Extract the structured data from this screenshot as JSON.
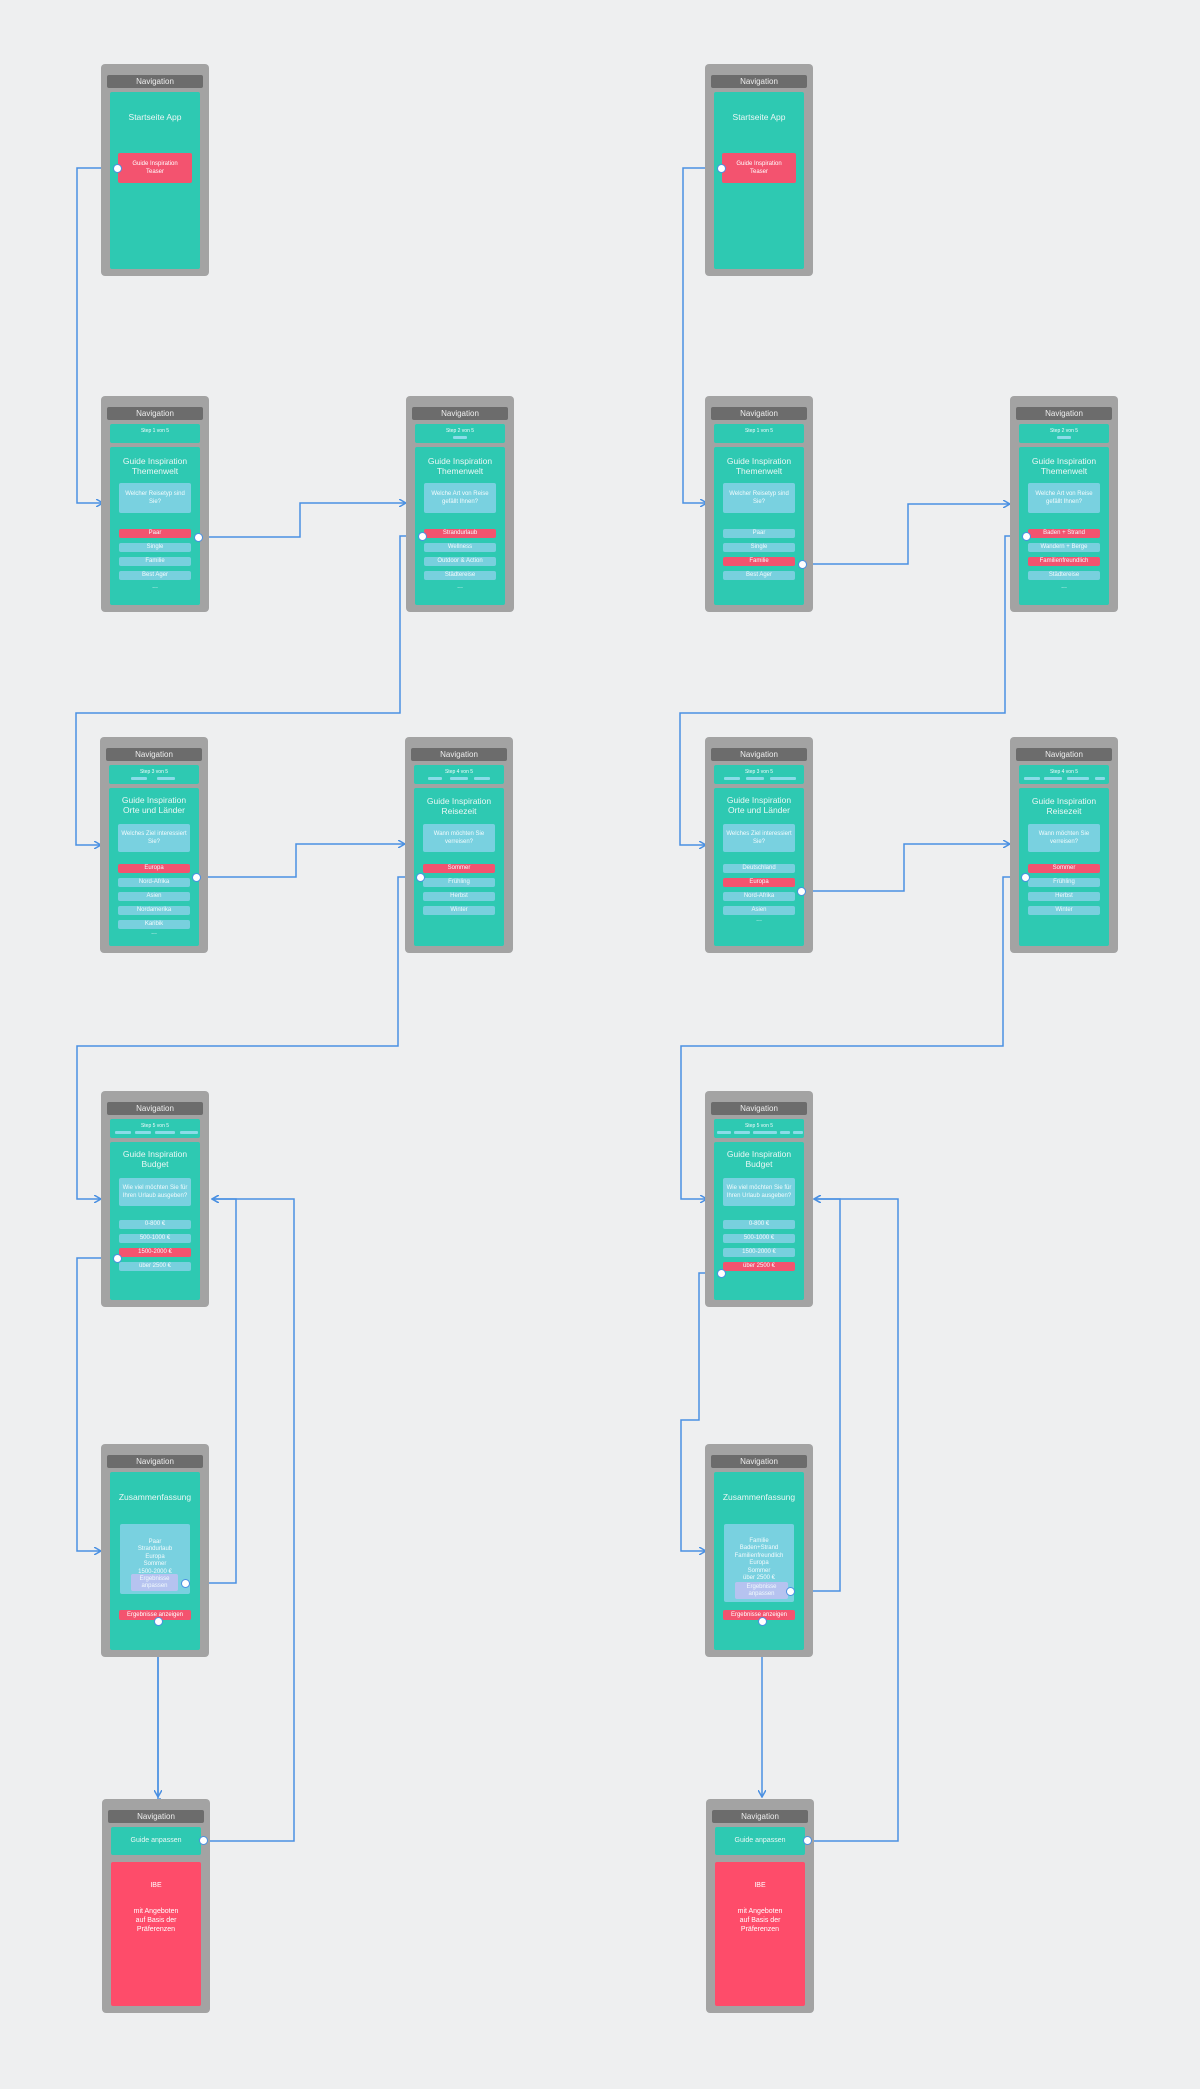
{
  "nav_label": "Navigation",
  "flows": [
    {
      "start": {
        "title": "Startseite App",
        "button": "Guide Inspiration\nTeaser"
      },
      "step1": {
        "step": "Step 1 von 5",
        "title": "Guide Inspiration\nThemenwelt",
        "question": "Welcher Reisetyp sind\nSie?",
        "options": [
          "Paar",
          "Single",
          "Familie",
          "Best Ager"
        ],
        "more": "..."
      },
      "step2": {
        "step": "Step 2 von 5",
        "title": "Guide Inspiration\nThemenwelt",
        "question": "Welche Art von Reise\ngefällt Ihnen?",
        "options": [
          "Strandurlaub",
          "Wellness",
          "Outdoor & Action",
          "Städtereise"
        ],
        "more": "..."
      },
      "step3": {
        "step": "Step 3 von 5",
        "title": "Guide Inspiration\nOrte und Länder",
        "question": "Welches Ziel interessiert\nSie?",
        "options": [
          "Europa",
          "Nord-Afrika",
          "Asien",
          "Nordamerika",
          "Karibik"
        ],
        "more": "..."
      },
      "step4": {
        "step": "Step 4 von 5",
        "title": "Guide Inspiration\nReisezeit",
        "question": "Wann möchten Sie\nverreisen?",
        "options": [
          "Sommer",
          "Frühling",
          "Herbst",
          "Winter"
        ]
      },
      "step5": {
        "step": "Step 5 von 5",
        "title": "Guide Inspiration\nBudget",
        "question": "Wie viel möchten Sie für\nIhren Urlaub ausgeben?",
        "options": [
          "0-800 €",
          "500-1000 €",
          "1500-2000 €",
          "über 2500 €"
        ]
      },
      "summary": {
        "title": "Zusammenfassung",
        "items": "Paar\nStrandurlaub\nEuropa\nSommer\n1500-2000 €",
        "adjust": "Ergebnisse\nanpassen",
        "show": "Ergebnisse anzeigen"
      },
      "ibe": {
        "adjust": "Guide anpassen",
        "title": "IBE",
        "text": "mit Angeboten\nauf Basis der\nPräferenzen"
      }
    },
    {
      "start": {
        "title": "Startseite App",
        "button": "Guide Inspiration\nTeaser"
      },
      "step1": {
        "step": "Step 1 von 5",
        "title": "Guide Inspiration\nThemenwelt",
        "question": "Welcher Reisetyp sind\nSie?",
        "options": [
          "Paar",
          "Single",
          "Familie",
          "Best Ager"
        ]
      },
      "step2": {
        "step": "Step 2 von 5",
        "title": "Guide Inspiration\nThemenwelt",
        "question": "Welche Art von Reise\ngefällt Ihnen?",
        "options": [
          "Baden + Strand",
          "Wandern + Berge",
          "Familienfreundlich",
          "Städtereise"
        ],
        "more": "..."
      },
      "step3": {
        "step": "Step 3 von 5",
        "title": "Guide Inspiration\nOrte und Länder",
        "question": "Welches Ziel interessiert\nSie?",
        "options": [
          "Deutschland",
          "Europa",
          "Nord-Afrika",
          "Asien"
        ],
        "more": "..."
      },
      "step4": {
        "step": "Step 4 von 5",
        "title": "Guide Inspiration\nReisezeit",
        "question": "Wann möchten Sie\nverreisen?",
        "options": [
          "Sommer",
          "Frühling",
          "Herbst",
          "Winter"
        ]
      },
      "step5": {
        "step": "Step 5 von 5",
        "title": "Guide Inspiration\nBudget",
        "question": "Wie viel möchten Sie für\nIhren Urlaub ausgeben?",
        "options": [
          "0-800 €",
          "500-1000 €",
          "1500-2000 €",
          "über 2500 €"
        ]
      },
      "summary": {
        "title": "Zusammenfassung",
        "items": "Familie\nBaden+Strand\nFamilienfreundlich\nEuropa\nSommer\nüber 2500 €",
        "adjust": "Ergebnisse\nanpassen",
        "show": "Ergebnisse anzeigen"
      },
      "ibe": {
        "adjust": "Guide anpassen",
        "title": "IBE",
        "text": "mit Angeboten\nauf Basis der\nPräferenzen"
      }
    }
  ],
  "colors": {
    "screen": "#2ec9b2",
    "option": "#78d0de",
    "selected": "#f3536f",
    "connector": "#4a90e2"
  }
}
